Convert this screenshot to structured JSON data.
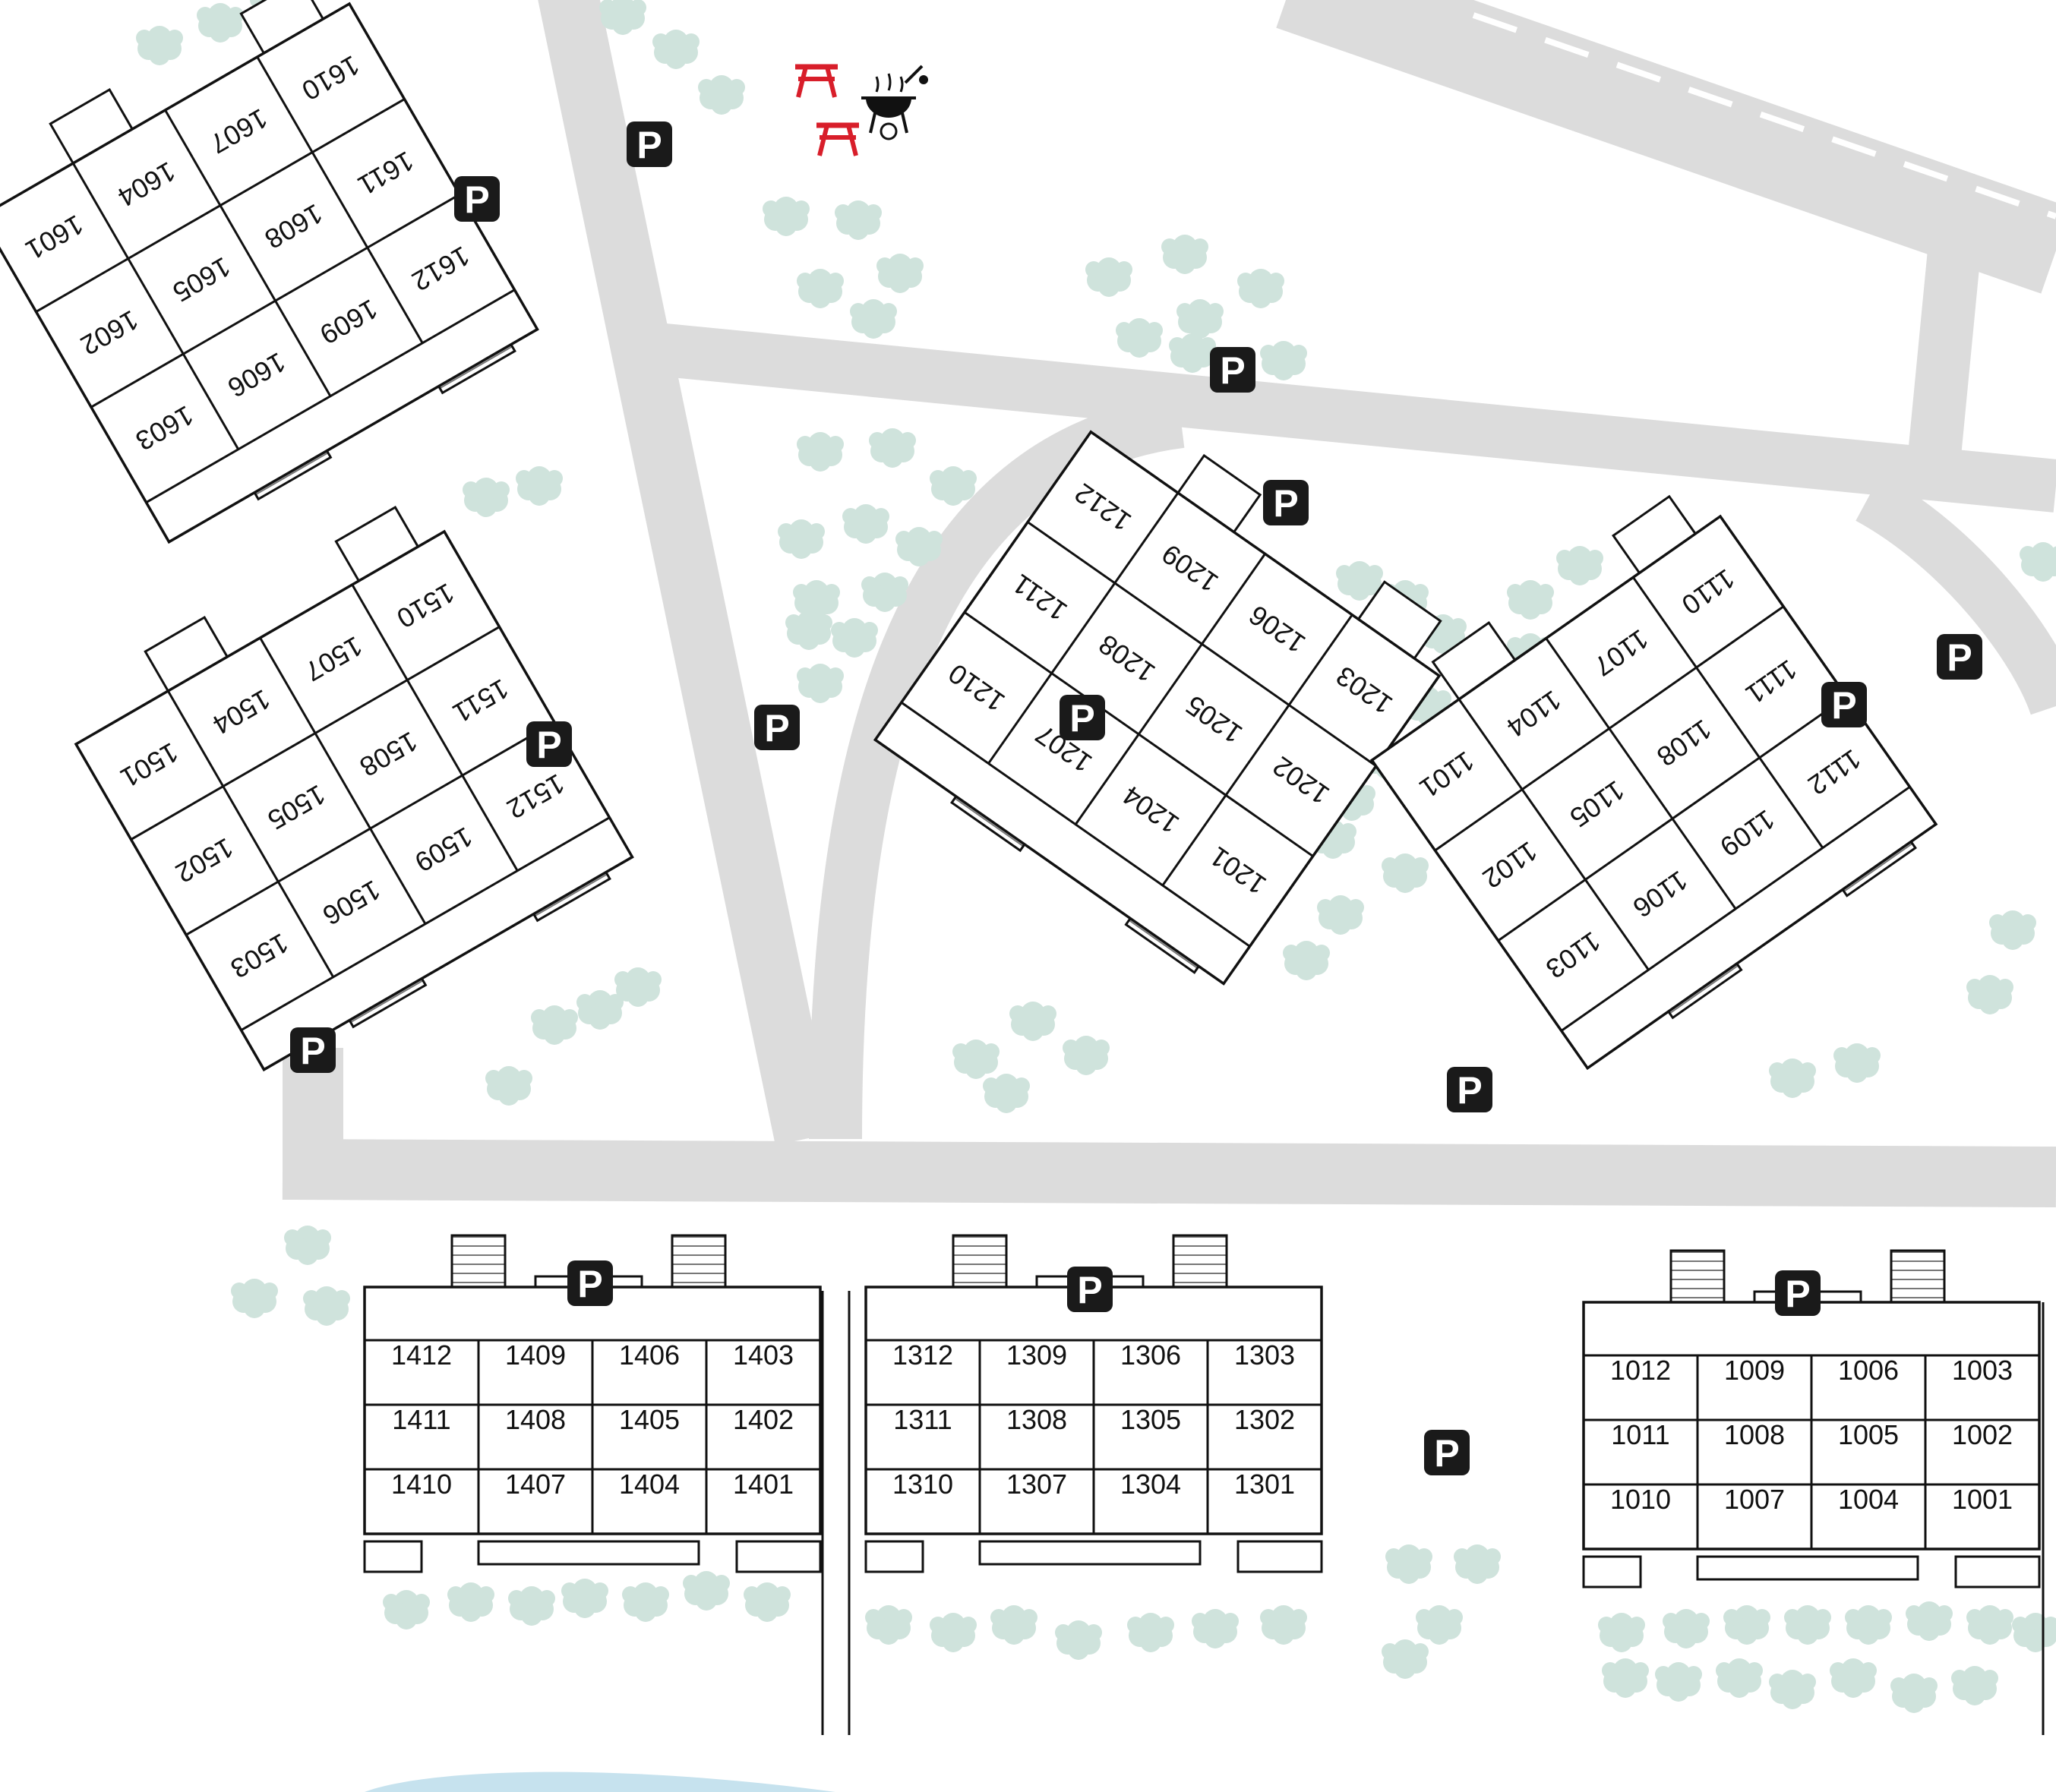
{
  "colors": {
    "road": "#dcdcdc",
    "lane_marking": "#ffffff",
    "tree": "#cfe3dc",
    "building_fill": "#ffffff",
    "building_stroke": "#111111",
    "parking_bg": "#1a1a1a",
    "parking_text": "#ffffff",
    "picnic": "#d81e2a",
    "water": "#c6e2ee"
  },
  "parking_symbol": "P",
  "amenities": [
    {
      "name": "picnic-table-icon"
    },
    {
      "name": "picnic-table-icon"
    },
    {
      "name": "bbq-grill-icon"
    }
  ],
  "buildings": {
    "b1600": [
      "1610",
      "1611",
      "1612",
      "1607",
      "1608",
      "1609",
      "1604",
      "1605",
      "1606",
      "1601",
      "1602",
      "1603"
    ],
    "b1500": [
      "1510",
      "1511",
      "1512",
      "1507",
      "1508",
      "1509",
      "1504",
      "1505",
      "1506",
      "1501",
      "1502",
      "1503"
    ],
    "b1200": [
      "1203",
      "1202",
      "1201",
      "1206",
      "1205",
      "1204",
      "1209",
      "1208",
      "1207",
      "1212",
      "1211",
      "1210"
    ],
    "b1100": [
      "1110",
      "1111",
      "1112",
      "1107",
      "1108",
      "1109",
      "1104",
      "1105",
      "1106",
      "1101",
      "1102",
      "1103"
    ],
    "b1400": [
      "1412",
      "1409",
      "1406",
      "1403",
      "1411",
      "1408",
      "1405",
      "1402",
      "1410",
      "1407",
      "1404",
      "1401"
    ],
    "b1300": [
      "1312",
      "1309",
      "1306",
      "1303",
      "1311",
      "1308",
      "1305",
      "1302",
      "1310",
      "1307",
      "1304",
      "1301"
    ],
    "b1000": [
      "1012",
      "1009",
      "1006",
      "1003",
      "1011",
      "1008",
      "1005",
      "1002",
      "1010",
      "1007",
      "1004",
      "1001"
    ]
  }
}
